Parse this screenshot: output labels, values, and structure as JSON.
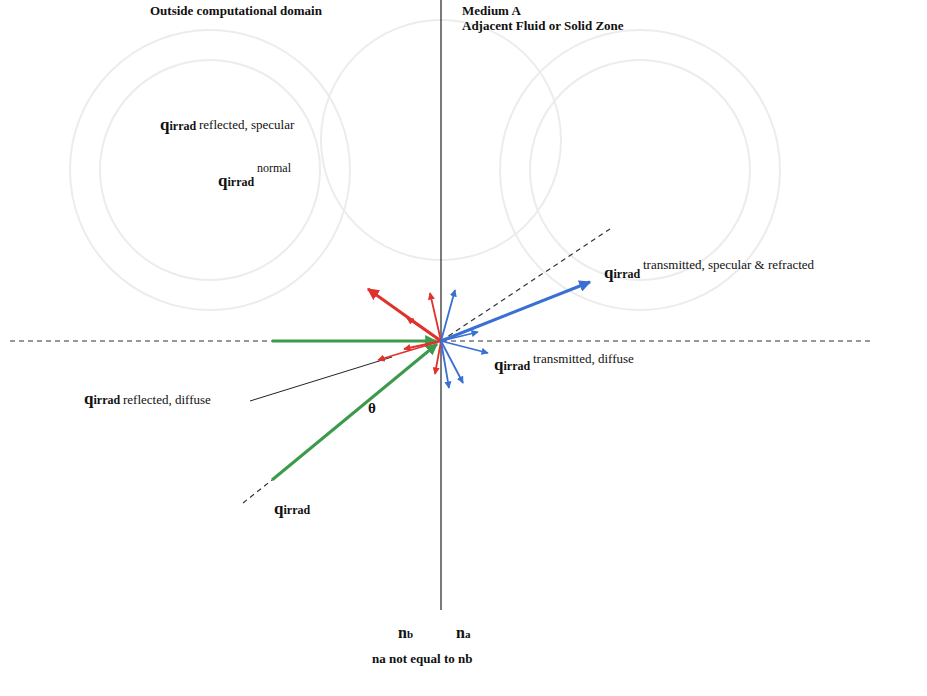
{
  "diagram": {
    "labels": [
      "Outside computational domain",
      "Medium A",
      "Adjacent Fluid or Solid Zone",
      "qirrad",
      "reflected, specular",
      "qirrad",
      "normal",
      "qirrad",
      "reflected, diffuse",
      "θ",
      "qirrad",
      "qirrad",
      "transmitted, specular & refracted",
      "qirrad",
      "transmitted, diffuse",
      "nb",
      "na",
      "na not equal to nb"
    ]
  }
}
